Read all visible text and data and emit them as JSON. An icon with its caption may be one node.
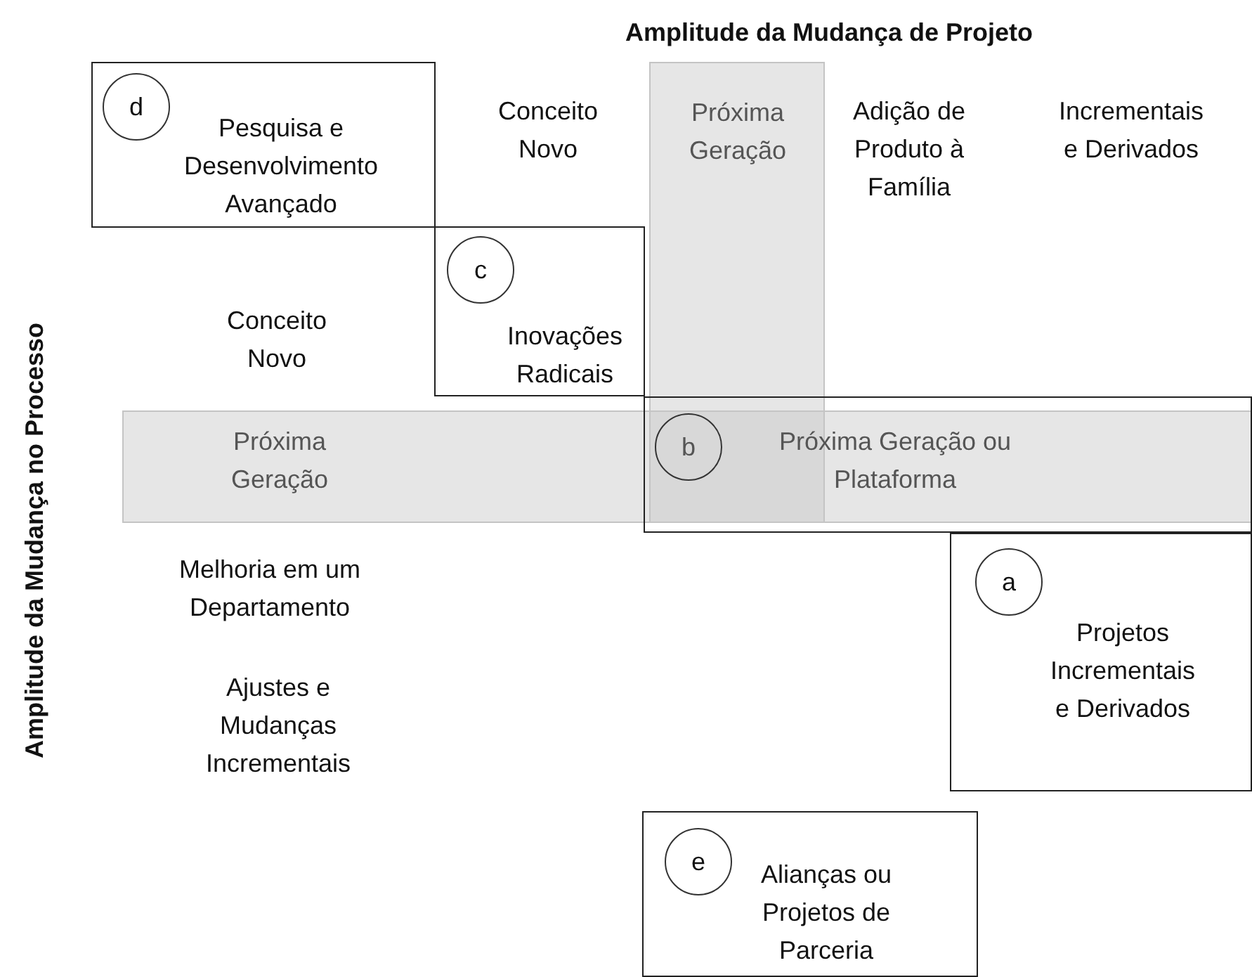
{
  "diagram": {
    "nodes": [
      {
        "text": [
          "Pesquisa e Desenvolvimento Avançado"
        ]
      },
      {
        "text": [
          "Inovações Radicais"
        ]
      },
      {
        "text": [
          "Próxima Geração"
        ]
      },
      {
        "text": [
          "Próxima Geração"
        ]
      },
      {
        "text": [
          "Próxima Geração ou Plataforma"
        ]
      },
      {
        "text": [
          "Projetos Incrementais e Derivados"
        ]
      },
      {
        "text": [
          "Alianças ou Projetos de Parceria"
        ]
      },
      {
        "text": [
          "d"
        ],
        "in": 0
      },
      {
        "text": [
          "c"
        ],
        "in": 1
      },
      {
        "text": [
          "b"
        ]
      },
      {
        "text": [
          "a"
        ],
        "in": 5
      },
      {
        "text": [
          "e"
        ],
        "in": 6
      }
    ],
    "labels": [
      "Amplitude da Mudança de Projeto",
      "Conceito Novo",
      "Adição de Produto à Família",
      "Incrementais e Derivados",
      "Amplitude da Mudança no Processo",
      "Conceito Novo",
      "Melhoria em um Departamento",
      "Ajustes e Mudanças Incrementais"
    ]
  }
}
